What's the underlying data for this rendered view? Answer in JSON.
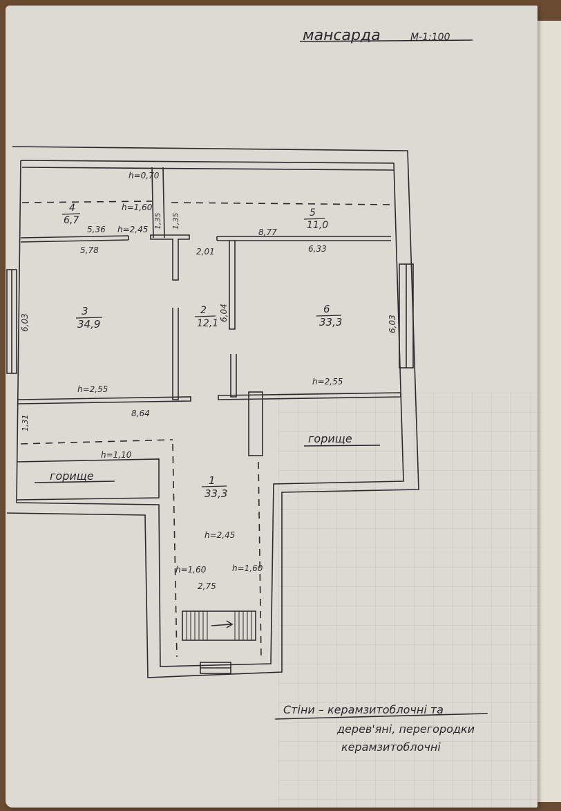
{
  "title": {
    "label": "мансарда",
    "scale": "М-1:100"
  },
  "rooms": [
    {
      "number": "1",
      "area": "33,3"
    },
    {
      "number": "2",
      "area": "12,1"
    },
    {
      "number": "3",
      "area": "34,9"
    },
    {
      "number": "4",
      "area": "6,7"
    },
    {
      "number": "5",
      "area": "11,0"
    },
    {
      "number": "6",
      "area": "33,3"
    }
  ],
  "dimensions": {
    "d1": "5,36",
    "d2": "5,78",
    "d3": "8,77",
    "d4": "6,33",
    "d5": "2,01",
    "d6": "6,03",
    "d7": "6,03",
    "d8": "8,64",
    "d9": "2,75",
    "d10": "1,35",
    "d11": "1,35",
    "d12": "6,04",
    "d13": "1,31"
  },
  "heights": {
    "h1": "h=0,70",
    "h2": "h=1,60",
    "h3": "h=2,45",
    "h4": "h=2,55",
    "h5": "h=2,55",
    "h6": "h=1,10",
    "h7": "h=2,45",
    "h8": "h=1,60",
    "h9": "h=1,60"
  },
  "labels": {
    "attic_right": "горище",
    "attic_left": "горище"
  },
  "note": {
    "line1": "Стіни – керамзитоблочні та",
    "line2": "дерев'яні, перегородки",
    "line3": "керамзитоблочні"
  },
  "colors": {
    "ink": "#2a2a2e",
    "paper": "#dddad4",
    "table": "#6b4a32"
  }
}
